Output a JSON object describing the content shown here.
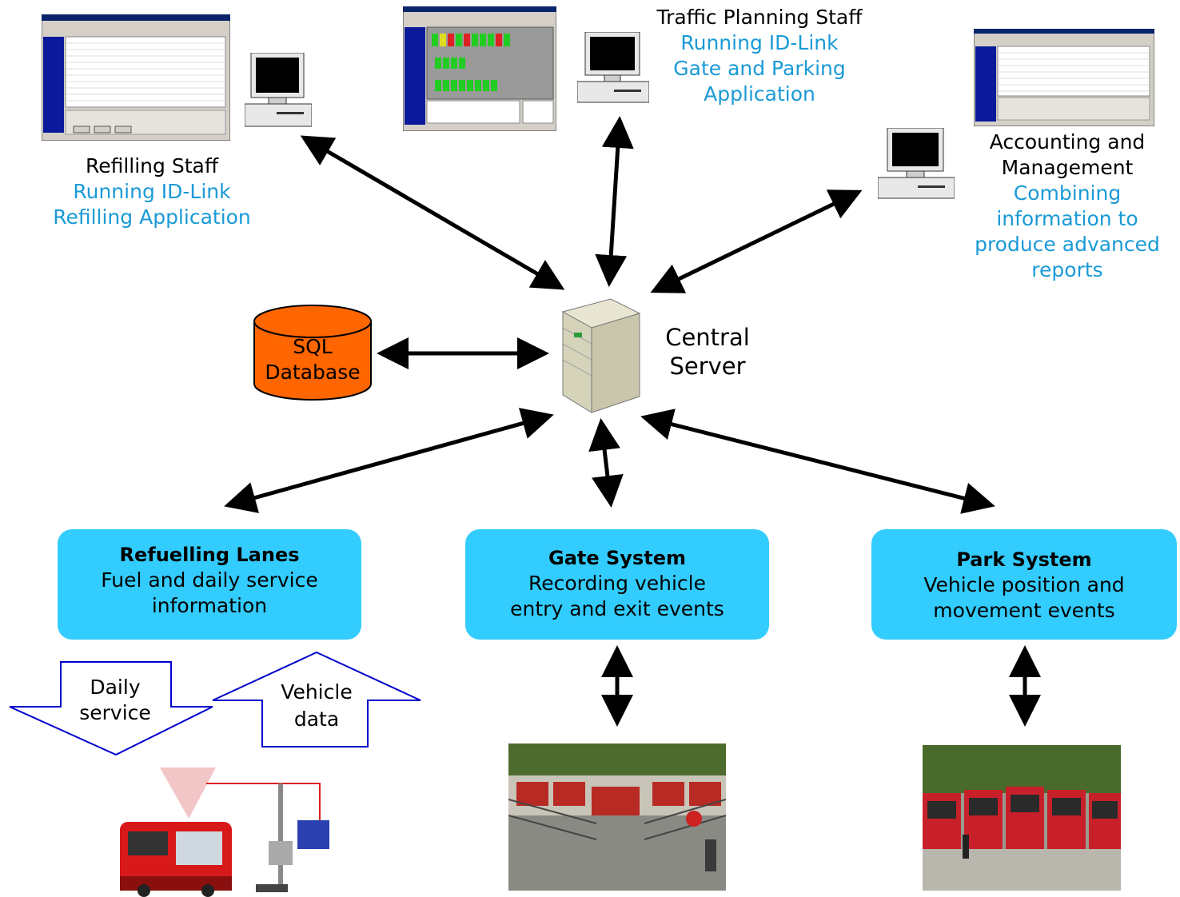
{
  "nodes": {
    "refilling": {
      "role": "Refilling Staff",
      "desc_line1": "Running ID-Link",
      "desc_line2": "Refilling Application"
    },
    "traffic": {
      "role": "Traffic Planning Staff",
      "desc_line1": "Running ID-Link",
      "desc_line2": "Gate and Parking",
      "desc_line3": "Application"
    },
    "accounting": {
      "role_line1": "Accounting and",
      "role_line2": "Management",
      "desc_line1": "Combining",
      "desc_line2": "information to",
      "desc_line3": "produce advanced",
      "desc_line4": "reports"
    },
    "database": {
      "line1": "SQL",
      "line2": "Database"
    },
    "server": {
      "line1": "Central",
      "line2": "Server"
    }
  },
  "systems": {
    "refuelling": {
      "title": "Refuelling Lanes",
      "line1": "Fuel and daily service",
      "line2": "information"
    },
    "gate": {
      "title": "Gate System",
      "line1": "Recording vehicle",
      "line2": "entry and exit events"
    },
    "park": {
      "title": "Park System",
      "line1": "Vehicle position and",
      "line2": "movement events"
    }
  },
  "flows": {
    "daily_service": {
      "line1": "Daily",
      "line2": "service"
    },
    "vehicle_data": {
      "line1": "Vehicle",
      "line2": "data"
    }
  },
  "colors": {
    "box_fill": "#33ccff",
    "accent_text": "#1a9ad6",
    "database_fill": "#ff6600",
    "flow_arrow_stroke": "#0000cc"
  }
}
